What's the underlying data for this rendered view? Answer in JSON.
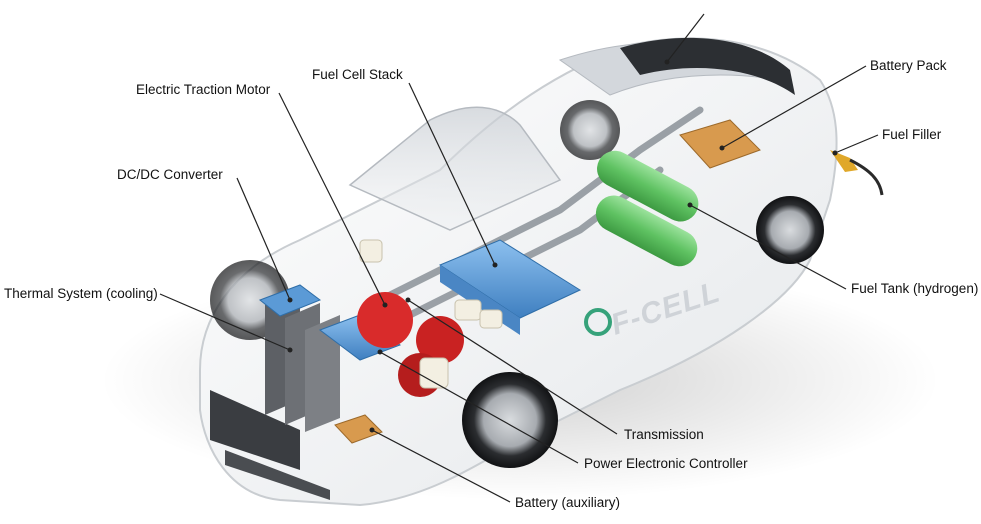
{
  "brand": {
    "text": "F-CELL"
  },
  "labels": {
    "electric_traction_motor": "Electric Traction Motor",
    "fuel_cell_stack": "Fuel Cell Stack",
    "battery_pack": "Battery Pack",
    "fuel_filler": "Fuel Filler",
    "dcdc_converter": "DC/DC Converter",
    "thermal_system": "Thermal System (cooling)",
    "fuel_tank": "Fuel Tank (hydrogen)",
    "transmission": "Transmission",
    "power_electronic_controller": "Power Electronic Controller",
    "battery_auxiliary": "Battery (auxiliary)"
  },
  "colors": {
    "background": "#ffffff",
    "car_body": "#f1f2f4",
    "glass": "#cfd4da",
    "fuel_cell_stack": "#5b9ad6",
    "motor": "#d92b2b",
    "fuel_tank": "#67c56a",
    "battery_pack": "#d89a4e",
    "tubing": "#9aa0a6",
    "leader_line": "#222222"
  }
}
